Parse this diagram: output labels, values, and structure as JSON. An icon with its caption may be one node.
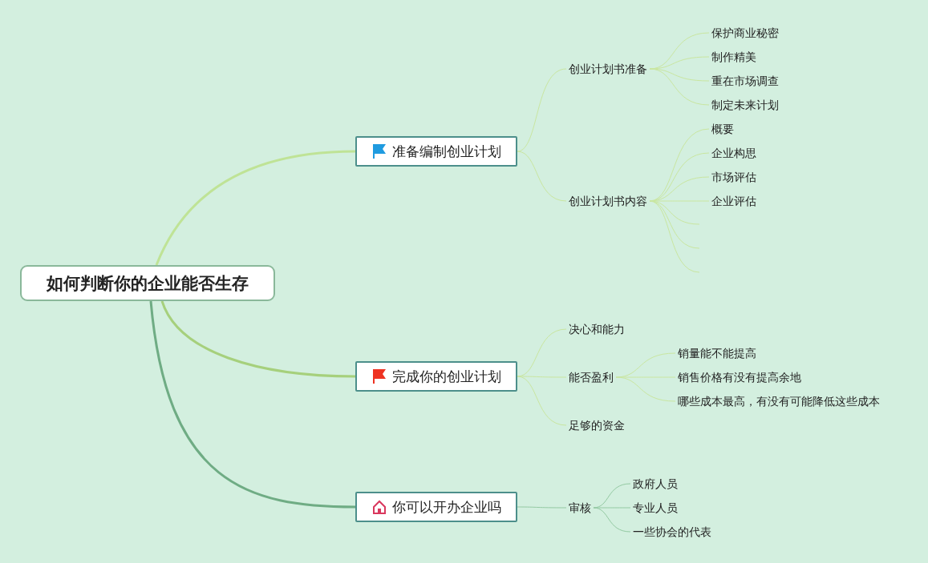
{
  "diagram": {
    "nodes": [
      {
        "text": [
          "如何判断你的企业能否生存"
        ]
      },
      {
        "text": [
          "准备编制创业计划"
        ]
      },
      {
        "text": [
          "创业计划书准备"
        ]
      },
      {
        "text": [
          "保护商业秘密"
        ]
      },
      {
        "text": [
          "制作精美"
        ]
      },
      {
        "text": [
          "重在市场调查"
        ]
      },
      {
        "text": [
          "制定未来计划"
        ]
      },
      {
        "text": [
          "创业计划书内容"
        ]
      },
      {
        "text": [
          "概要"
        ]
      },
      {
        "text": [
          "企业构思"
        ]
      },
      {
        "text": [
          "市场评估"
        ]
      },
      {
        "text": [
          "企业评估"
        ]
      },
      {
        "text": [
          "完成你的创业计划"
        ]
      },
      {
        "text": [
          "决心和能力"
        ]
      },
      {
        "text": [
          "能否盈利"
        ]
      },
      {
        "text": [
          "销量能不能提高"
        ]
      },
      {
        "text": [
          "销售价格有没有提高余地"
        ]
      },
      {
        "text": [
          "哪些成本最高，有没有可能降低这些成本"
        ]
      },
      {
        "text": [
          "足够的资金"
        ]
      },
      {
        "text": [
          "你可以开办企业吗"
        ]
      },
      {
        "text": [
          "审核"
        ]
      },
      {
        "text": [
          "政府人员"
        ]
      },
      {
        "text": [
          "专业人员"
        ]
      },
      {
        "text": [
          "一些协会的代表"
        ]
      }
    ],
    "edges": [
      {
        "from": 0,
        "to": 1,
        "arrow": "none",
        "style": "thick",
        "color": "#bfe396"
      },
      {
        "from": 1,
        "to": 2,
        "arrow": "none"
      },
      {
        "from": 2,
        "to": 3,
        "arrow": "none"
      },
      {
        "from": 2,
        "to": 4,
        "arrow": "none"
      },
      {
        "from": 2,
        "to": 5,
        "arrow": "none"
      },
      {
        "from": 2,
        "to": 6,
        "arrow": "none"
      },
      {
        "from": 1,
        "to": 7,
        "arrow": "none"
      },
      {
        "from": 7,
        "to": 8,
        "arrow": "none"
      },
      {
        "from": 7,
        "to": 9,
        "arrow": "none"
      },
      {
        "from": 7,
        "to": 10,
        "arrow": "none"
      },
      {
        "from": 7,
        "to": 11,
        "arrow": "none"
      },
      {
        "from": 7,
        "to": null,
        "arrow": "none"
      },
      {
        "from": 7,
        "to": null,
        "arrow": "none"
      },
      {
        "from": 7,
        "to": null,
        "arrow": "none"
      },
      {
        "from": 0,
        "to": 12,
        "arrow": "none",
        "style": "thick",
        "color": "#a6d07c"
      },
      {
        "from": 12,
        "to": 13,
        "arrow": "none"
      },
      {
        "from": 12,
        "to": 14,
        "arrow": "none"
      },
      {
        "from": 14,
        "to": 15,
        "arrow": "none"
      },
      {
        "from": 14,
        "to": 16,
        "arrow": "none"
      },
      {
        "from": 14,
        "to": 17,
        "arrow": "none"
      },
      {
        "from": 12,
        "to": 18,
        "arrow": "none"
      },
      {
        "from": 0,
        "to": 19,
        "arrow": "none",
        "style": "thick",
        "color": "#6fac84"
      },
      {
        "from": 19,
        "to": 20,
        "arrow": "none",
        "color": "#93c9a2"
      },
      {
        "from": 20,
        "to": 21,
        "arrow": "none",
        "color": "#93c9a2"
      },
      {
        "from": 20,
        "to": 22,
        "arrow": "none",
        "color": "#93c9a2"
      },
      {
        "from": 20,
        "to": 23,
        "arrow": "none",
        "color": "#93c9a2"
      }
    ]
  }
}
